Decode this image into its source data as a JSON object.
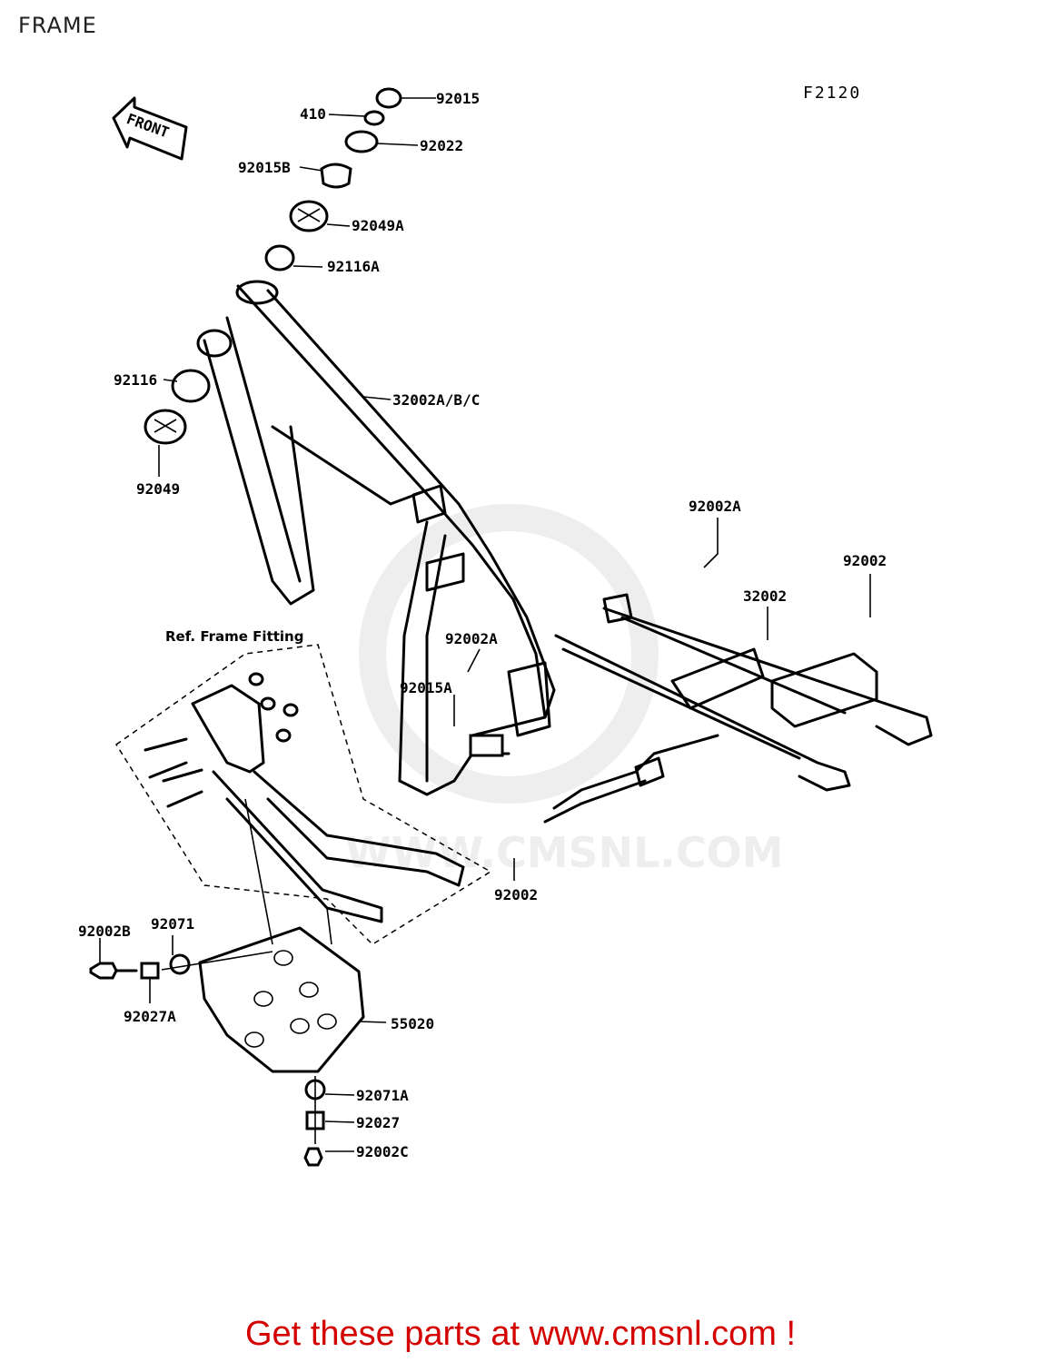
{
  "page": {
    "title": "FRAME",
    "figure_code": "F2120"
  },
  "front_arrow": "FRONT",
  "ref_note": "Ref. Frame Fitting",
  "watermark": "WWW.CMSNL.COM",
  "labels": {
    "p92015": "92015",
    "p410": "410",
    "p92022": "92022",
    "p92015B": "92015B",
    "p92049A": "92049A",
    "p92116A": "92116A",
    "p92116": "92116",
    "p92049": "92049",
    "p32002ABC": "32002A/B/C",
    "p92002A_top": "92002A",
    "p92002_right": "92002",
    "p32002": "32002",
    "p92002A_mid": "92002A",
    "p92015A": "92015A",
    "p92002_bottom": "92002",
    "p92002B": "92002B",
    "p92071": "92071",
    "p92027A": "92027A",
    "p55020": "55020",
    "p92071A": "92071A",
    "p92027": "92027",
    "p92002C": "92002C"
  },
  "footer": "Get these parts at www.cmsnl.com !"
}
